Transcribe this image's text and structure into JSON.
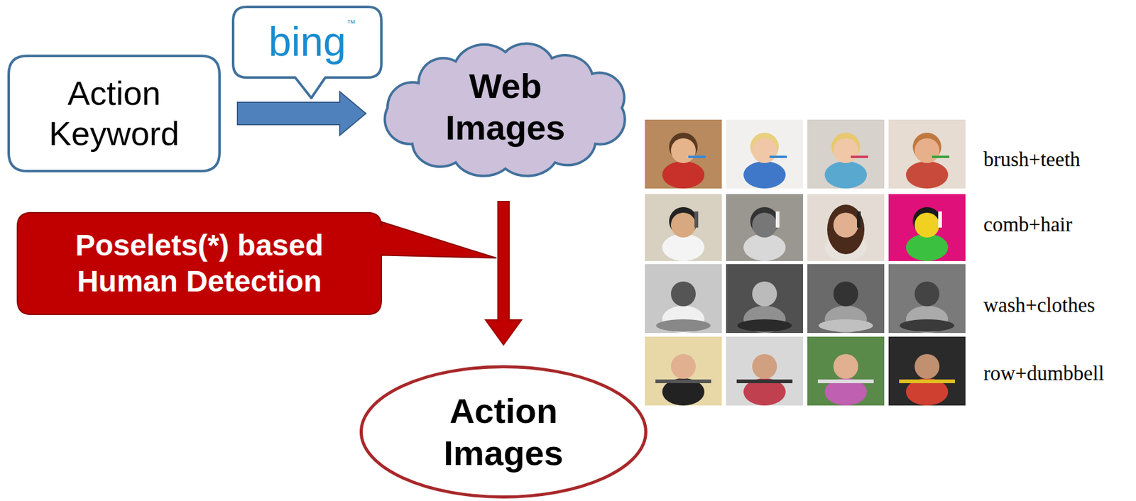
{
  "diagram": {
    "nodes": [
      {
        "text": [
          "Action Keyword"
        ]
      },
      {
        "text": [
          "bing",
          "™"
        ]
      },
      {
        "text": [
          "Web Images"
        ]
      },
      {
        "text": [
          "Poselets(*) based Human Detection"
        ]
      },
      {
        "text": [
          "Action Images"
        ]
      }
    ],
    "edges": [
      {
        "from": 0,
        "to": 2,
        "arrow": "to"
      },
      {
        "from": 2,
        "to": 4,
        "arrow": "to"
      }
    ],
    "labels": [
      "brush+teeth",
      "comb+hair",
      "wash+clothes",
      "row+dumbbell"
    ]
  }
}
